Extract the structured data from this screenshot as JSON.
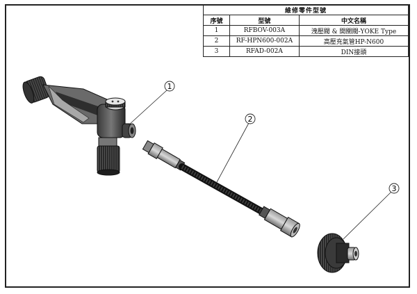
{
  "table": {
    "title": "維修零件型號",
    "headers": {
      "no": "序號",
      "model": "型號",
      "name": "中文名稱"
    },
    "rows": [
      {
        "no": "1",
        "model": "RFBOV-003A",
        "name": "洩壓閥 & 開關閥-YOKE Type"
      },
      {
        "no": "2",
        "model": "RF-HPN600-002A",
        "name": "高壓充氣管HP-N600"
      },
      {
        "no": "3",
        "model": "RFAD-002A",
        "name": "DIN接頭"
      }
    ]
  },
  "callouts": [
    "1",
    "2",
    "3"
  ]
}
